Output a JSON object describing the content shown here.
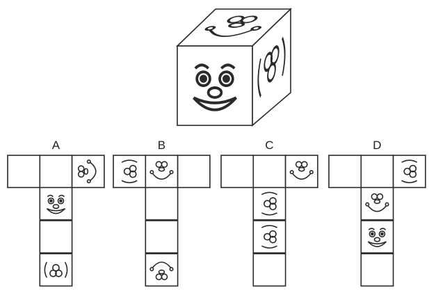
{
  "colors": {
    "ink": "#2a2a2a",
    "background": "#ffffff"
  },
  "cube": {
    "front": "happy-face",
    "top": "clown-face",
    "right": "clover-face"
  },
  "options": [
    {
      "label": "A",
      "top_row": [
        {
          "face": "empty"
        },
        {
          "face": "empty"
        },
        {
          "face": "clown-face",
          "rot": -90
        }
      ],
      "column": [
        {
          "face": "happy-face",
          "rot": 0
        },
        {
          "face": "empty"
        },
        {
          "face": "clover-face",
          "rot": 180
        }
      ]
    },
    {
      "label": "B",
      "top_row": [
        {
          "face": "clover-face",
          "rot": 90
        },
        {
          "face": "clown-face",
          "rot": 0
        },
        {
          "face": "empty"
        }
      ],
      "column": [
        {
          "face": "empty"
        },
        {
          "face": "empty"
        },
        {
          "face": "clown-face",
          "rot": 180
        }
      ]
    },
    {
      "label": "C",
      "top_row": [
        {
          "face": "empty"
        },
        {
          "face": "empty"
        },
        {
          "face": "clown-face",
          "rot": 0
        }
      ],
      "column": [
        {
          "face": "clover-face",
          "rot": 90
        },
        {
          "face": "clover-face",
          "rot": 90
        },
        {
          "face": "empty"
        }
      ]
    },
    {
      "label": "D",
      "top_row": [
        {
          "face": "empty"
        },
        {
          "face": "empty"
        },
        {
          "face": "clover-face",
          "rot": 90
        }
      ],
      "column": [
        {
          "face": "clown-face",
          "rot": 0
        },
        {
          "face": "happy-face",
          "rot": 0
        },
        {
          "face": "empty"
        }
      ]
    }
  ]
}
